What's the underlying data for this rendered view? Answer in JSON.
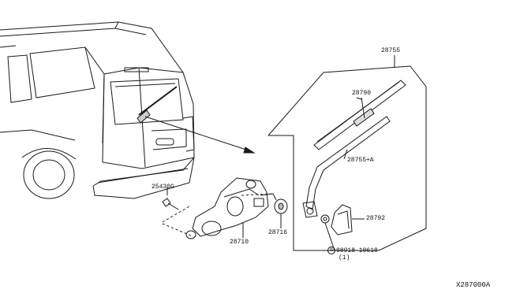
{
  "callouts": {
    "arm_assembly": "28755",
    "blade": "28790",
    "arm": "28755+A",
    "bolt": "25430G",
    "seal": "28716",
    "motor": "28710",
    "cap": "28792",
    "nut_number": "08918-10610",
    "nut_symbol": "N",
    "nut_qty": "(1)"
  },
  "diagram_code": "X287000A"
}
